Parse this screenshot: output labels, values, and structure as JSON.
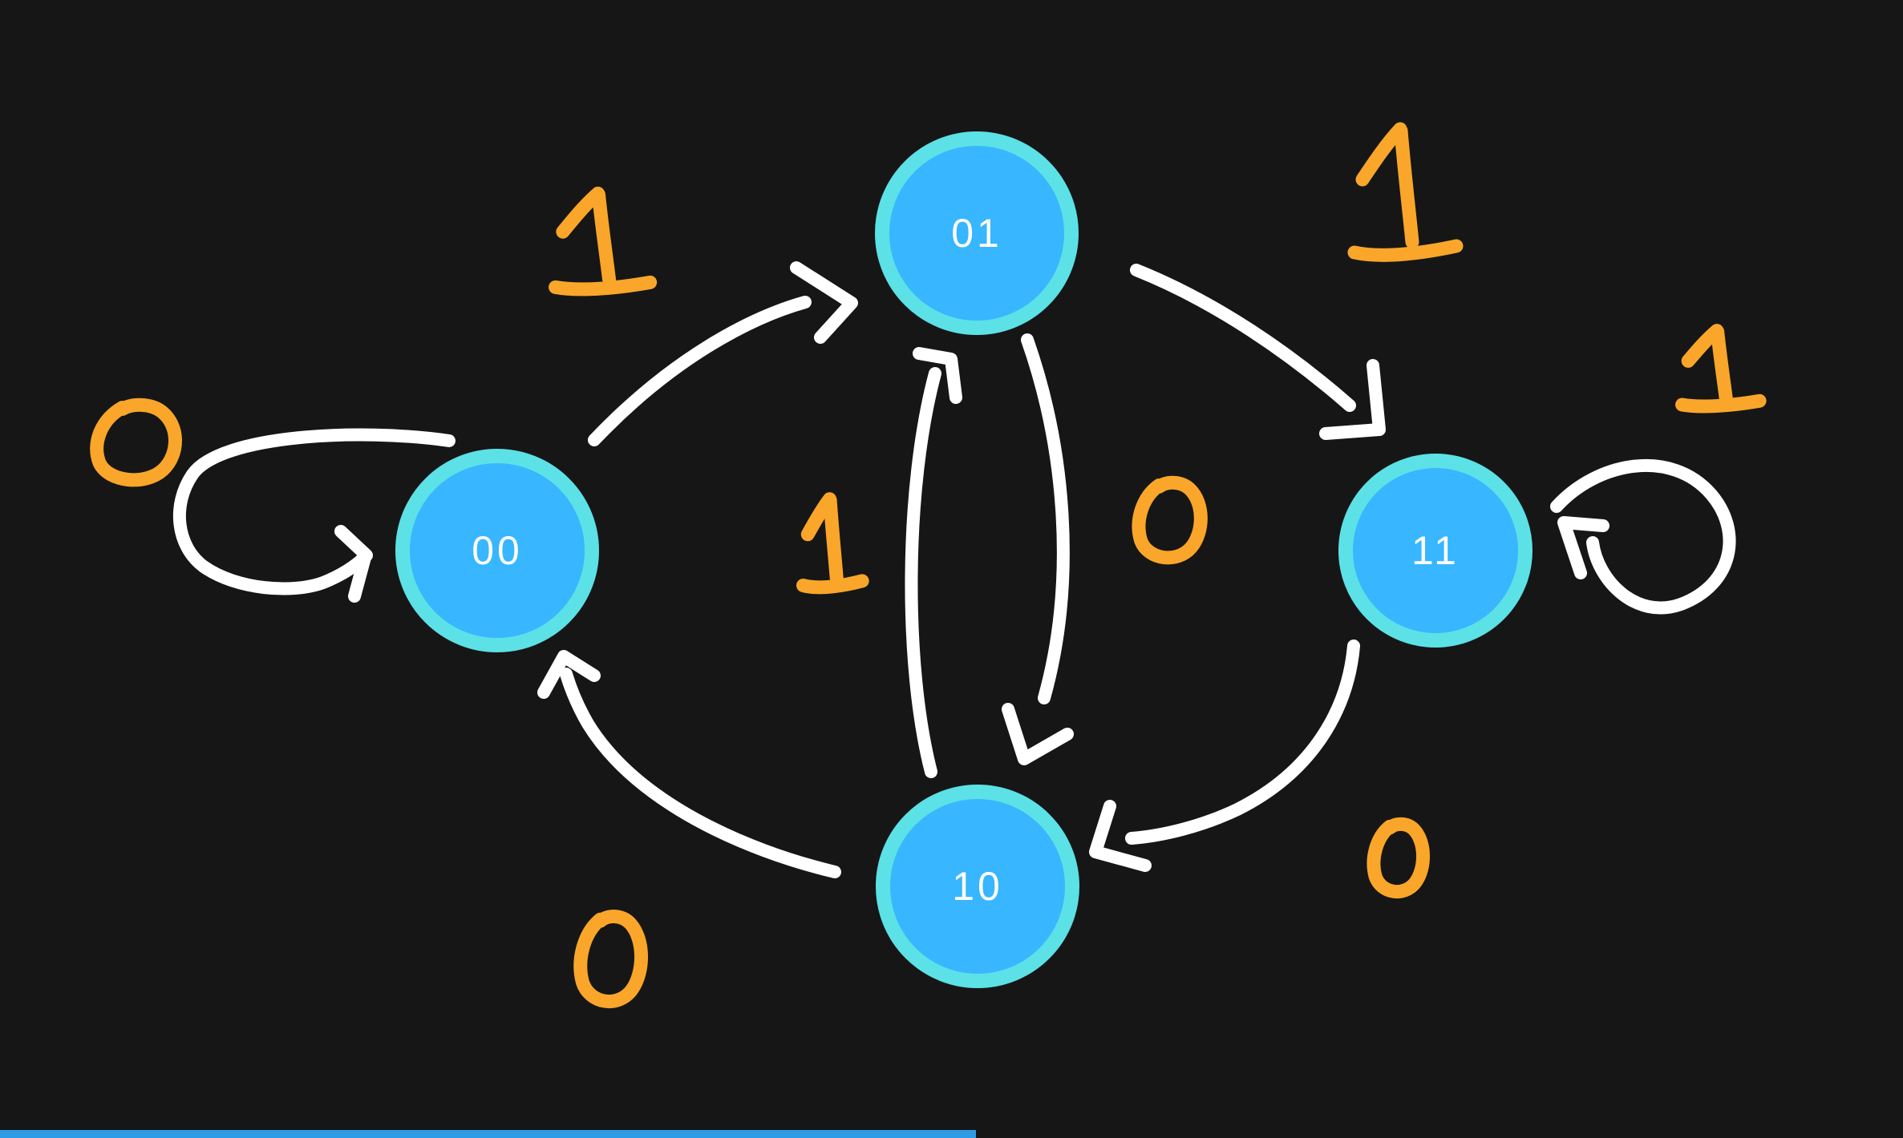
{
  "page": {
    "title": "Hand-drawn finite state machine on dark canvas",
    "background_color": "#161616"
  },
  "presentation": {
    "progress_fraction": 0.51,
    "progress_color": "#2e9be6"
  },
  "diagram": {
    "type": "finite-state-machine",
    "alphabet": [
      "0",
      "1"
    ],
    "states": [
      {
        "id": "00",
        "label": "00"
      },
      {
        "id": "01",
        "label": "01"
      },
      {
        "id": "11",
        "label": "11"
      },
      {
        "id": "10",
        "label": "10"
      }
    ],
    "transitions": [
      {
        "from": "00",
        "to": "00",
        "input": "0"
      },
      {
        "from": "00",
        "to": "01",
        "input": "1"
      },
      {
        "from": "01",
        "to": "11",
        "input": "1"
      },
      {
        "from": "01",
        "to": "10",
        "input": "0"
      },
      {
        "from": "10",
        "to": "01",
        "input": "1"
      },
      {
        "from": "10",
        "to": "00",
        "input": "0"
      },
      {
        "from": "11",
        "to": "11",
        "input": "1"
      },
      {
        "from": "11",
        "to": "10",
        "input": "0"
      }
    ],
    "style": {
      "state_fill": "#38b6ff",
      "state_ring": "#5ce1e6",
      "state_text_color": "#ffffff",
      "edge_color": "#ffffff",
      "edge_label_color": "#f9a62a"
    }
  }
}
